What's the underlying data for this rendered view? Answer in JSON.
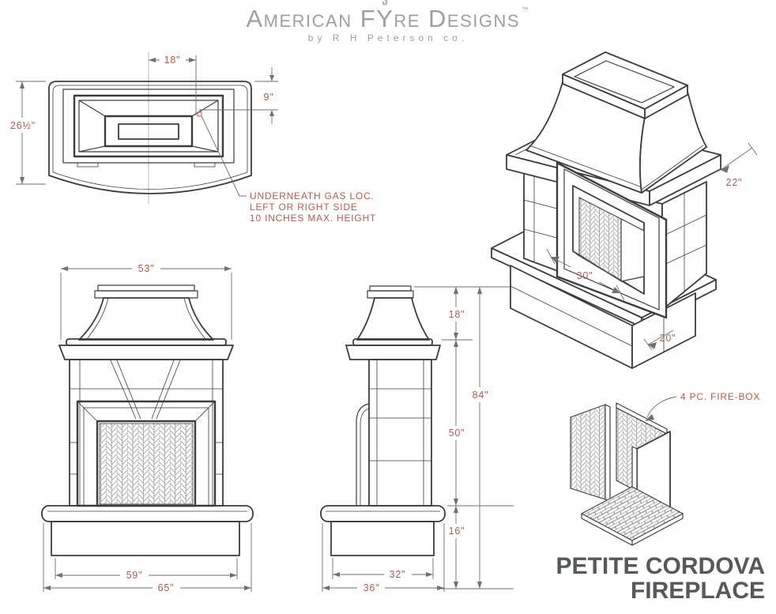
{
  "logo": {
    "brand_pre": "American F",
    "brand_y": "Y",
    "brand_post": "re Designs",
    "trademark": "™",
    "byline": "by R H Peterson co."
  },
  "product_title": {
    "line1": "PETITE CORDOVA",
    "line2": "FIREPLACE"
  },
  "gas_note": {
    "line1": "UNDERNEATH GAS LOC.",
    "line2": "LEFT OR RIGHT SIDE",
    "line3": "10 INCHES MAX. HEIGHT"
  },
  "firebox_label": "4 PC. FIRE-BOX",
  "views": {
    "top": {
      "opening_width": "18\"",
      "opening_depth": "9\"",
      "overall_depth": "26½\""
    },
    "front": {
      "cap_width": "53\"",
      "base_width": "59\"",
      "hearth_width": "65\""
    },
    "side": {
      "chimney_height": "18\"",
      "overall_height": "84\"",
      "body_height": "50\"",
      "base_height": "16\"",
      "base_depth": "32\"",
      "hearth_depth": "36\""
    },
    "isometric": {
      "cap_depth": "22\"",
      "opening_width": "30\"",
      "base_depth": "20\""
    }
  },
  "colors": {
    "c-line": "#3c3c40",
    "c-dim-line": "#6f6f72",
    "c-dim": "#b65a4e",
    "c-note": "#c25847",
    "c-title": "#56585b",
    "c-logo": "#9ba0a3"
  }
}
